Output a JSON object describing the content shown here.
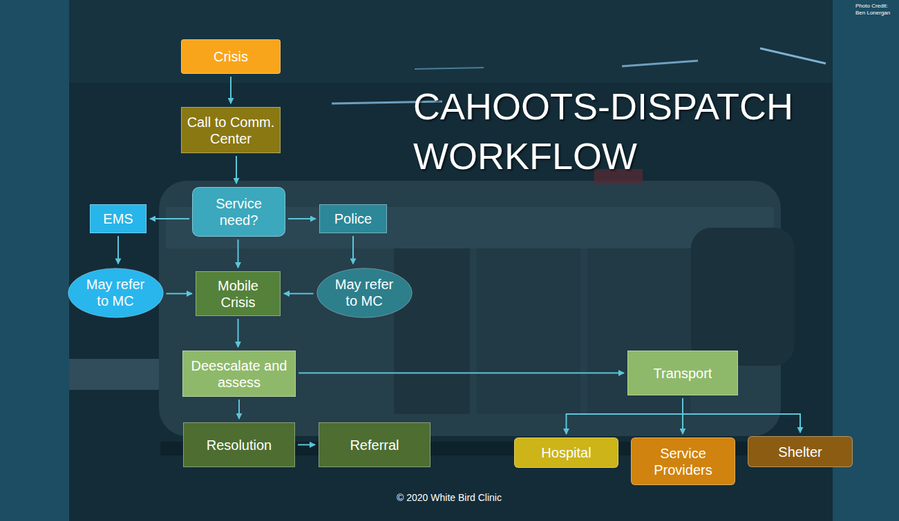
{
  "diagram": {
    "title": "CAHOOTS-DISPATCH WORKFLOW",
    "caption": "© 2020 White Bird Clinic",
    "nodes": [
      {
        "text": [
          "Crisis"
        ]
      },
      {
        "text": [
          "Call to Comm. Center"
        ]
      },
      {
        "text": [
          "Service need?"
        ]
      },
      {
        "text": [
          "EMS"
        ]
      },
      {
        "text": [
          "Police"
        ]
      },
      {
        "text": [
          "May refer to MC"
        ]
      },
      {
        "text": [
          "Mobile Crisis"
        ]
      },
      {
        "text": [
          "May refer to MC"
        ]
      },
      {
        "text": [
          "Deescalate and assess"
        ]
      },
      {
        "text": [
          "Transport"
        ]
      },
      {
        "text": [
          "Resolution"
        ]
      },
      {
        "text": [
          "Referral"
        ]
      },
      {
        "text": [
          "Hospital"
        ]
      },
      {
        "text": [
          "Service Providers"
        ]
      },
      {
        "text": [
          "Shelter"
        ]
      }
    ],
    "edges": [
      {
        "from": 0,
        "to": 1,
        "arrow": "to"
      },
      {
        "from": 1,
        "to": 2,
        "arrow": "to"
      },
      {
        "from": 2,
        "to": 3,
        "arrow": "to"
      },
      {
        "from": 2,
        "to": 4,
        "arrow": "to"
      },
      {
        "from": 2,
        "to": 6,
        "arrow": "to"
      },
      {
        "from": 3,
        "to": 5,
        "arrow": "to"
      },
      {
        "from": 4,
        "to": 7,
        "arrow": "to"
      },
      {
        "from": 5,
        "to": 6,
        "arrow": "to"
      },
      {
        "from": 7,
        "to": 6,
        "arrow": "to"
      },
      {
        "from": 6,
        "to": 8,
        "arrow": "to"
      },
      {
        "from": 8,
        "to": 9,
        "arrow": "to"
      },
      {
        "from": 8,
        "to": 10,
        "arrow": "to"
      },
      {
        "from": 10,
        "to": 11,
        "arrow": "to"
      },
      {
        "from": 9,
        "to": 12,
        "arrow": "to"
      },
      {
        "from": 9,
        "to": 13,
        "arrow": "to"
      },
      {
        "from": 9,
        "to": 14,
        "arrow": "to"
      }
    ],
    "labels": [
      "Photo Credit: Ben Lonergan"
    ]
  }
}
